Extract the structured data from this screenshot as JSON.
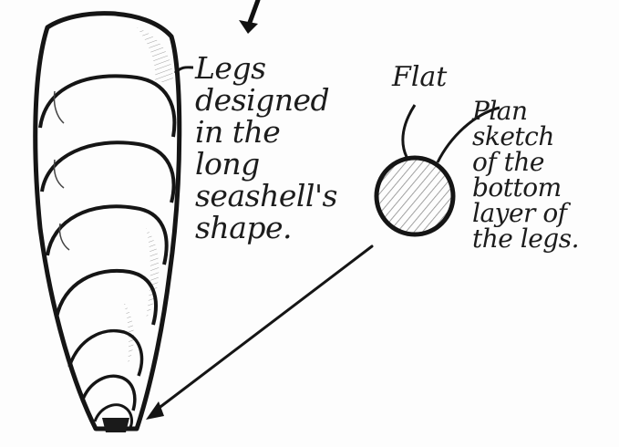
{
  "annotations": {
    "legs_note": [
      "Legs",
      "designed",
      "in the",
      "long",
      "seashell's",
      "shape."
    ],
    "flat_note": "Flat",
    "plan_note": [
      "Plan",
      "sketch",
      "of the",
      "bottom",
      "layer of",
      "the legs."
    ]
  },
  "colors": {
    "ink": "#1c1c1c",
    "paper": "#fdfdfd",
    "hatch": "#9a9a9a"
  }
}
